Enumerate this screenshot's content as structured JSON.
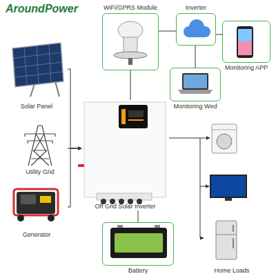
{
  "diagram": {
    "nodes": [
      {
        "text": [
          "WiFi/GPRS Module"
        ]
      },
      {
        "text": [
          "Inverter"
        ]
      },
      {
        "text": [
          "Monitoring APP"
        ]
      },
      {
        "text": [
          "Solar Panel"
        ]
      },
      {
        "text": [
          "Monitoring Wed"
        ]
      },
      {
        "text": [
          "Utility Grid"
        ]
      },
      {
        "text": [
          "Off Grid Solar Inverter"
        ]
      },
      {
        "text": [
          "Generator"
        ]
      },
      {
        "text": [
          "Home Loads"
        ]
      },
      {
        "text": [
          "Battery"
        ]
      }
    ],
    "edges": [
      {
        "from": 3,
        "to": 6,
        "arrow": "to"
      },
      {
        "from": 5,
        "to": 6,
        "arrow": "to"
      },
      {
        "from": 7,
        "to": 6,
        "arrow": "to"
      },
      {
        "from": 0,
        "to": 6,
        "arrow": "none"
      },
      {
        "from": 0,
        "to": 1,
        "arrow": "none"
      },
      {
        "from": 1,
        "to": 2,
        "arrow": "none"
      },
      {
        "from": 1,
        "to": 4,
        "arrow": "none"
      },
      {
        "from": 6,
        "to": 8,
        "arrow": "to"
      },
      {
        "from": 6,
        "to": 9,
        "arrow": "none"
      }
    ],
    "labels": [
      "AroundPower"
    ]
  }
}
